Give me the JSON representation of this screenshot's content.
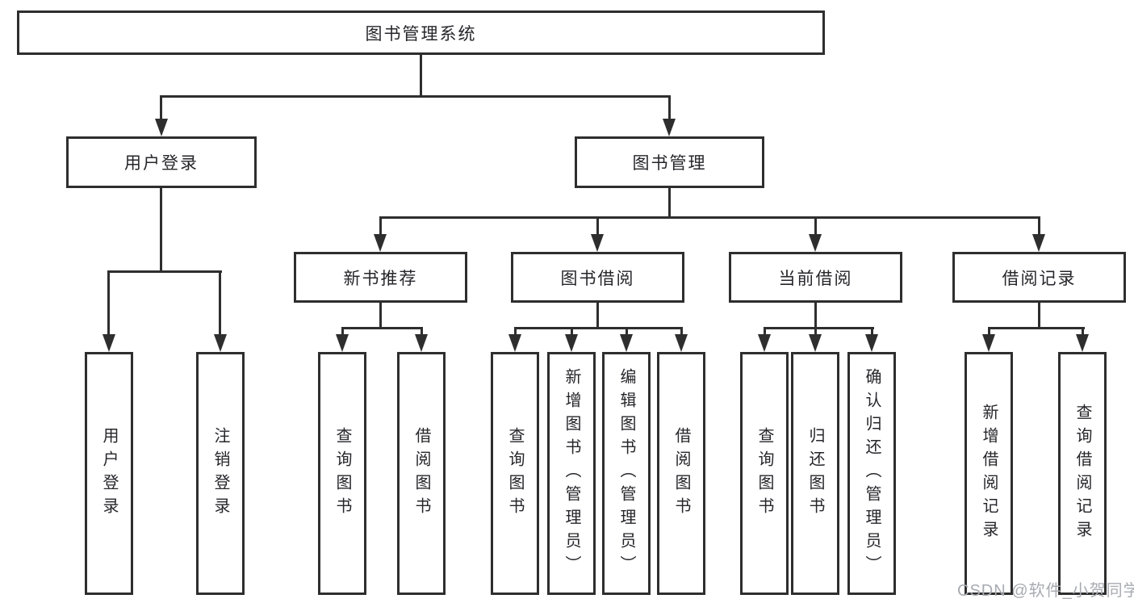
{
  "tree": {
    "root": {
      "label": "图书管理系统"
    },
    "branches": [
      {
        "label": "用户登录",
        "children": [
          {
            "label": "用户登录"
          },
          {
            "label": "注销登录"
          }
        ]
      },
      {
        "label": "图书管理",
        "children": [
          {
            "label": "新书推荐",
            "children": [
              {
                "label": "查询图书"
              },
              {
                "label": "借阅图书"
              }
            ]
          },
          {
            "label": "图书借阅",
            "children": [
              {
                "label": "查询图书"
              },
              {
                "label": "新增图书（管理员）"
              },
              {
                "label": "编辑图书（管理员）"
              },
              {
                "label": "借阅图书"
              }
            ]
          },
          {
            "label": "当前借阅",
            "children": [
              {
                "label": "查询图书"
              },
              {
                "label": "归还图书"
              },
              {
                "label": "确认归还（管理员）"
              }
            ]
          },
          {
            "label": "借阅记录",
            "children": [
              {
                "label": "新增借阅记录"
              },
              {
                "label": "查询借阅记录"
              }
            ]
          }
        ]
      }
    ]
  },
  "watermark": "CSDN @软件_小贺同学",
  "colors": {
    "line": "#2e2e2e",
    "text": "#26262b",
    "watermark": "#a7abb1",
    "background": "#ffffff"
  }
}
